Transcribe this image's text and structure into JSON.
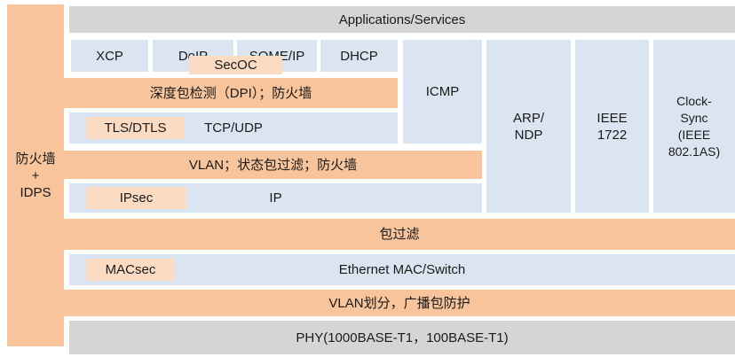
{
  "colors": {
    "security_orange": "#F7C49B",
    "security_highlight_orange": "#FBDCC3",
    "protocol_blue": "#DBE5F1",
    "endpoint_gray": "#D5D5D5",
    "background": "#FFFFFF",
    "text": "#1A1A1A"
  },
  "sidebar": {
    "label": "防火墙\n+\nIDPS"
  },
  "top_bar": {
    "label": "Applications/Services"
  },
  "app_protocols": [
    {
      "label": "XCP"
    },
    {
      "label": "DoIP"
    },
    {
      "label": "SOME/IP"
    },
    {
      "label": "DHCP"
    }
  ],
  "security_overlays": {
    "secoc": "SecOC",
    "tls": "TLS/DTLS",
    "ipsec": "IPsec",
    "macsec": "MACsec"
  },
  "rows": {
    "dpi": "深度包检测（DPI）；防火墙",
    "transport": "TCP/UDP",
    "vlan_filter": "VLAN；状态包过滤；防火墙",
    "ip": "IP",
    "packet_filter": "包过滤",
    "mac": "Ethernet MAC/Switch",
    "vlan_partition": "VLAN划分，广播包防护",
    "phy": "PHY(1000BASE-T1，100BASE-T1)"
  },
  "columns": [
    {
      "label": "ICMP"
    },
    {
      "label": "ARP/\nNDP"
    },
    {
      "label": "IEEE\n1722"
    },
    {
      "label": "Clock-\nSync\n(IEEE\n802.1AS)"
    }
  ]
}
